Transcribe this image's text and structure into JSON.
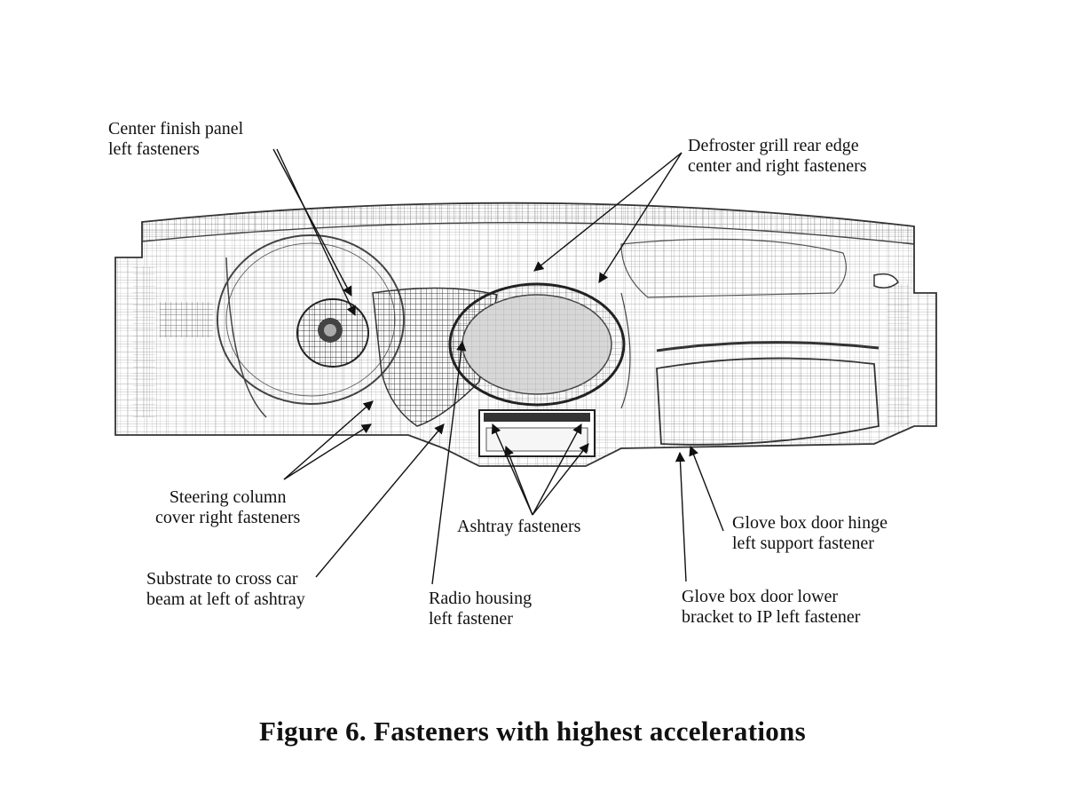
{
  "figure": {
    "caption": "Figure 6. Fasteners with highest accelerations",
    "subject": "instrument panel finite element mesh",
    "colors": {
      "ink": "#111111",
      "mesh": "#555555",
      "background": "#ffffff"
    },
    "callouts": {
      "center_finish_panel": [
        "Center finish panel",
        "left fasteners"
      ],
      "defroster_grill": [
        "Defroster grill rear edge",
        "center and right fasteners"
      ],
      "steering_column": [
        "Steering column",
        "cover right fasteners"
      ],
      "substrate": [
        "Substrate to cross car",
        "beam at left of ashtray"
      ],
      "ashtray": [
        "Ashtray fasteners"
      ],
      "radio_housing": [
        "Radio housing",
        "left fastener"
      ],
      "glove_box_hinge": [
        "Glove box door hinge",
        "left support fastener"
      ],
      "glove_box_bracket": [
        "Glove box door lower",
        "bracket to IP left fastener"
      ]
    }
  }
}
